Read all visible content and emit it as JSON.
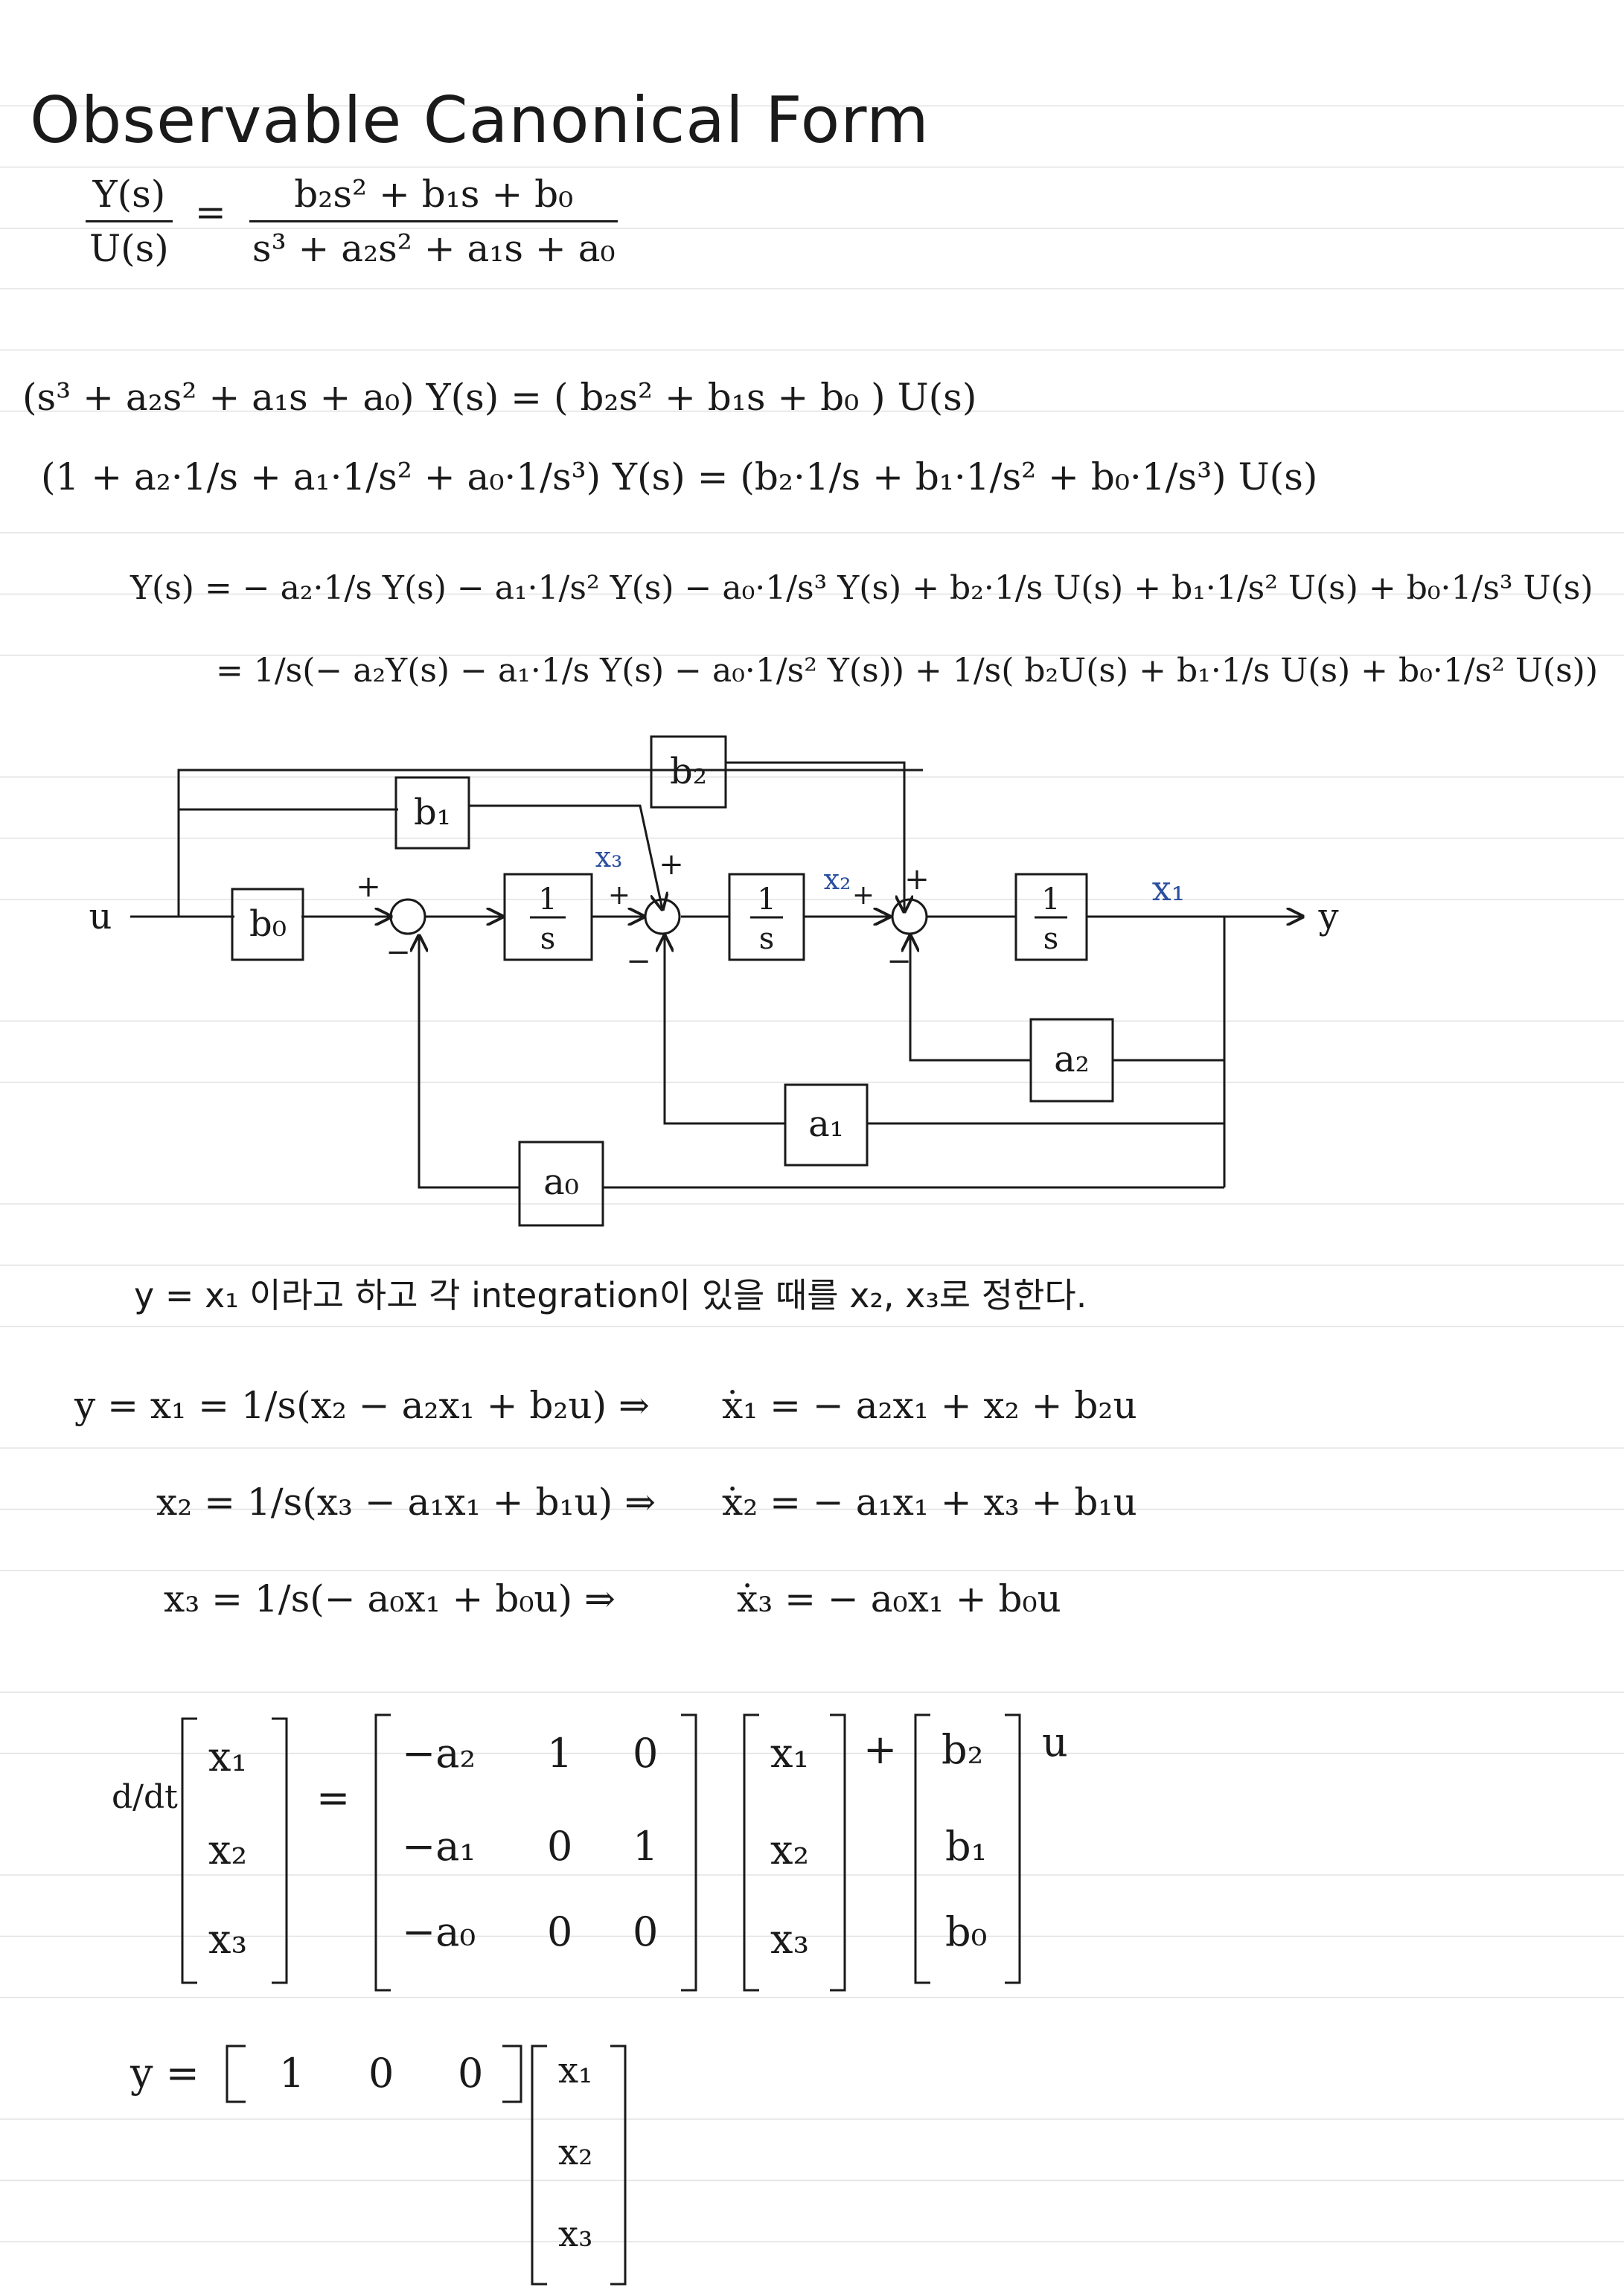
{
  "title": "Observable Canonical Form",
  "transfer": {
    "lhs_num": "Y(s)",
    "lhs_den": "U(s)",
    "rhs_num": "b₂s² + b₁s + b₀",
    "rhs_den": "s³ + a₂s² + a₁s + a₀"
  },
  "derivation": {
    "line1": "(s³ + a₂s² + a₁s + a₀) Y(s) = ( b₂s² + b₁s + b₀ ) U(s)",
    "line2": "(1 + a₂·1/s + a₁·1/s² + a₀·1/s³) Y(s) = (b₂·1/s + b₁·1/s² + b₀·1/s³) U(s)",
    "line3": "Y(s) = − a₂·1/s Y(s) − a₁·1/s² Y(s) − a₀·1/s³ Y(s) + b₂·1/s U(s) + b₁·1/s² U(s) + b₀·1/s³ U(s)",
    "line4": "= 1/s(− a₂Y(s) − a₁·1/s Y(s) − a₀·1/s² Y(s)) + 1/s( b₂U(s) + b₁·1/s U(s) + b₀·1/s² U(s))"
  },
  "diagram": {
    "input": "u",
    "output": "y",
    "gains": {
      "b0": "b₀",
      "b1": "b₁",
      "b2": "b₂",
      "a0": "a₀",
      "a1": "a₁",
      "a2": "a₂"
    },
    "integrator": {
      "num": "1",
      "den": "s"
    },
    "states": {
      "x1": "x₁",
      "x2": "x₂",
      "x3": "x₃"
    },
    "plus": "+",
    "minus": "−"
  },
  "explanation": "y = x₁ 이라고 하고 각 integration이 있을 때를 x₂, x₃로 정한다.",
  "state_eqs": [
    {
      "lhs": "y = x₁ = 1/s(x₂ − a₂x₁ + b₂u) ⇒",
      "rhs": "ẋ₁ = − a₂x₁ + x₂ + b₂u"
    },
    {
      "lhs": "x₂ = 1/s(x₃ − a₁x₁ + b₁u) ⇒",
      "rhs": "ẋ₂ = − a₁x₁ + x₃ + b₁u"
    },
    {
      "lhs": "x₃ = 1/s(− a₀x₁ + b₀u) ⇒",
      "rhs": "ẋ₃ = − a₀x₁ + b₀u"
    }
  ],
  "matrix_form": {
    "ddt": "d/dt",
    "x": [
      "x₁",
      "x₂",
      "x₃"
    ],
    "eq": "=",
    "A": [
      [
        "−a₂",
        "1",
        "0"
      ],
      [
        "−a₁",
        "0",
        "1"
      ],
      [
        "−a₀",
        "0",
        "0"
      ]
    ],
    "plus": "+",
    "B": [
      "b₂",
      "b₁",
      "b₀"
    ],
    "u": "u",
    "y_label": "y =",
    "C": [
      "1",
      "0",
      "0"
    ]
  }
}
